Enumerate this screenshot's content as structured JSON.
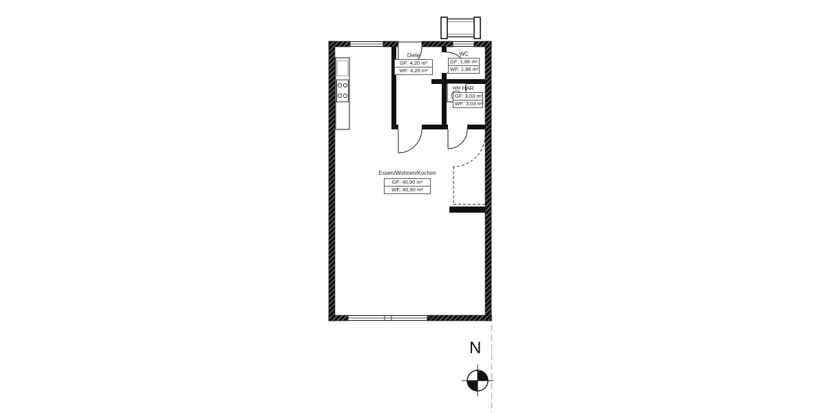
{
  "plan": {
    "rooms": [
      {
        "name": "Diele",
        "gf": "GF: 4,20 m²",
        "wf": "WF: 4,20 m²"
      },
      {
        "name": "WC",
        "gf": "GF: 1,86 m²",
        "wf": "WF: 1,86 m²"
      },
      {
        "name": "HAR",
        "gf": "GF: 3,03 m²",
        "wf": "WF: 3,03 m²"
      },
      {
        "name": "Essen/Wohnen/Kochen",
        "gf": "GF: 40,90 m²",
        "wf": "WF: 40,90 m²"
      }
    ],
    "appliances": {
      "washing_machine": "WM"
    },
    "compass": {
      "label": "N"
    },
    "colors": {
      "wall": "#111111",
      "boundary_line": "#e39aa4"
    }
  }
}
